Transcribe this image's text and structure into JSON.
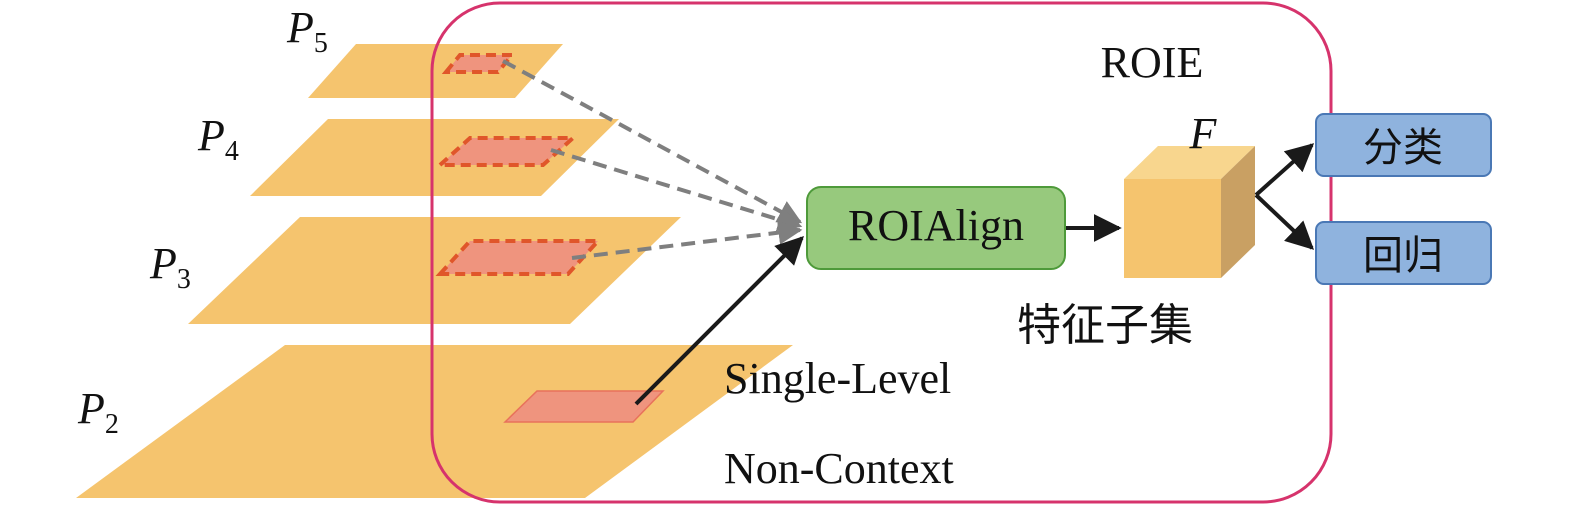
{
  "diagram": {
    "roie_label": "ROIE",
    "levels": [
      {
        "base": "P",
        "sub": "5"
      },
      {
        "base": "P",
        "sub": "4"
      },
      {
        "base": "P",
        "sub": "3"
      },
      {
        "base": "P",
        "sub": "2"
      }
    ],
    "roialign_label": "ROIAlign",
    "feature_label": "F",
    "feature_caption": "特征子集",
    "outputs": {
      "classify": "分类",
      "regress": "回归"
    },
    "notes": {
      "single_level": "Single-Level",
      "non_context": "Non-Context"
    }
  },
  "colors": {
    "plane_fill": "#F5C46E",
    "roi_fill": "#EF947E",
    "roi_dash": "#E0562A",
    "roie_border": "#D6336C",
    "roialign_fill": "#97C97D",
    "roialign_border": "#4E9A3A",
    "cube_front": "#F5C46E",
    "cube_top": "#F8D68E",
    "cube_side": "#C9A063",
    "output_fill": "#8FB3DE",
    "output_border": "#4A78B5",
    "dashed_arrow": "#7F7F7F",
    "solid_arrow": "#1A1A1A"
  }
}
